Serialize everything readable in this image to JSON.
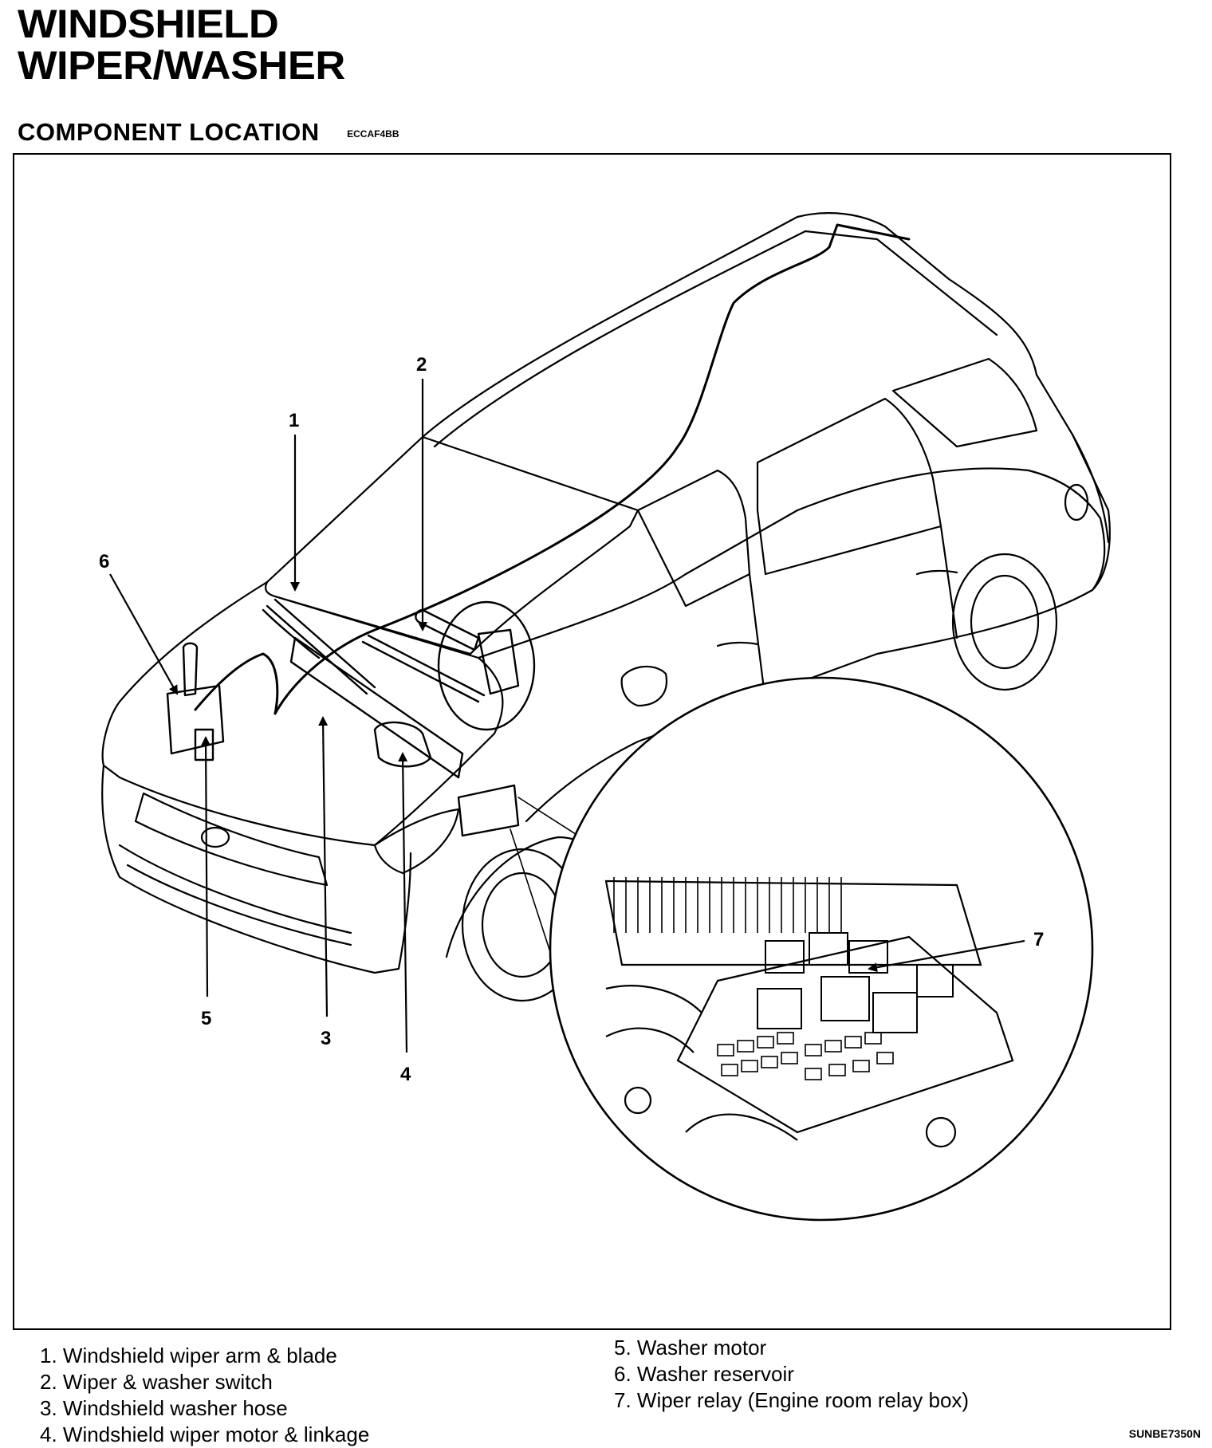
{
  "title": {
    "line1": "WINDSHIELD",
    "line2": "WIPER/WASHER"
  },
  "section": {
    "title": "COMPONENT LOCATION",
    "code": "ECCAF4BB"
  },
  "callouts": [
    "1",
    "2",
    "3",
    "4",
    "5",
    "6",
    "7"
  ],
  "legend": {
    "left": [
      "1. Windshield wiper arm & blade",
      "2. Wiper & washer switch",
      "3. Windshield washer hose",
      "4. Windshield wiper motor & linkage"
    ],
    "right": [
      "5. Washer motor",
      "6. Washer reservoir",
      "7. Wiper relay (Engine room relay box)"
    ]
  },
  "figure_id": "SUNBE7350N",
  "colors": {
    "ink": "#000000",
    "paper": "#ffffff"
  }
}
